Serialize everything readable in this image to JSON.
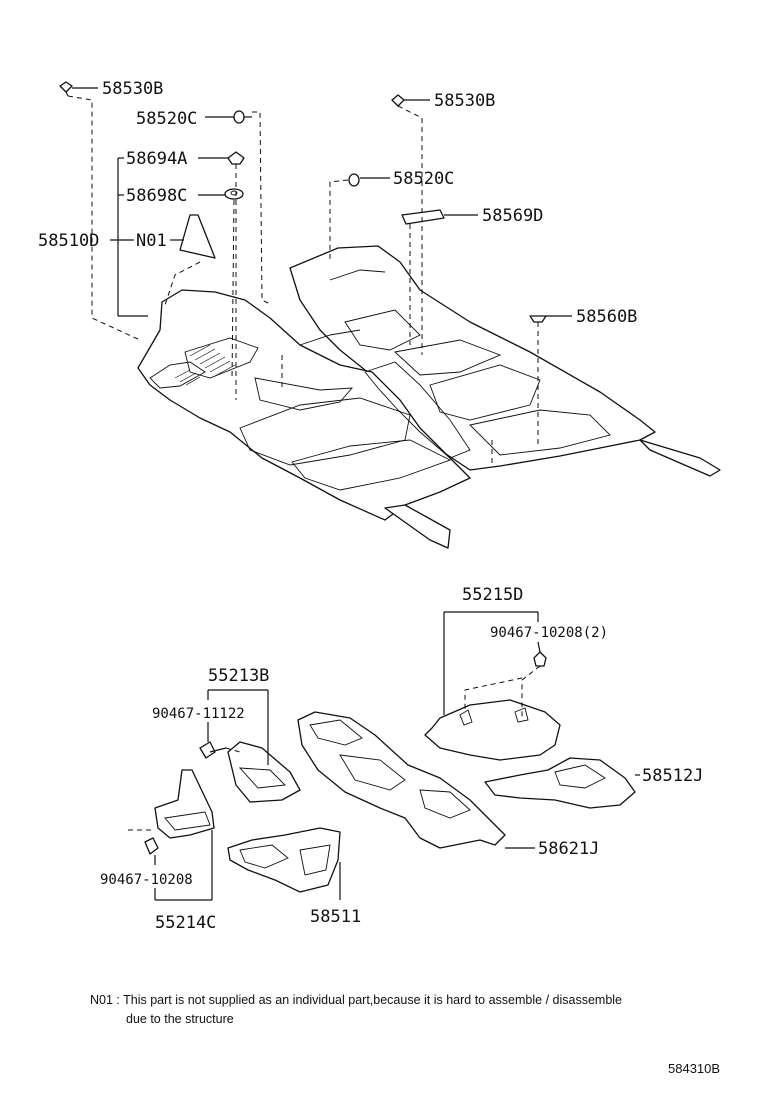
{
  "diagram": {
    "labels": {
      "l_58530B_left": "58530B",
      "l_58520C_left": "58520C",
      "l_58694A": "58694A",
      "l_58698C": "58698C",
      "l_58510D": "58510D",
      "l_N01": "N01",
      "l_58530B_right": "58530B",
      "l_58520C_right": "58520C",
      "l_58569D": "58569D",
      "l_58560B": "58560B",
      "l_55215D": "55215D",
      "l_90467_10208_2": "90467-10208(2)",
      "l_55213B": "55213B",
      "l_90467_11122": "90467-11122",
      "l_58512J": "58512J",
      "l_58621J": "58621J",
      "l_90467_10208": "90467-10208",
      "l_55214C": "55214C",
      "l_58511": "58511"
    },
    "note_line1": "N01 : This part is not supplied as an individual part,because it is hard to assemble / disassemble",
    "note_line2": "due to the structure",
    "diagram_code": "584310B"
  }
}
